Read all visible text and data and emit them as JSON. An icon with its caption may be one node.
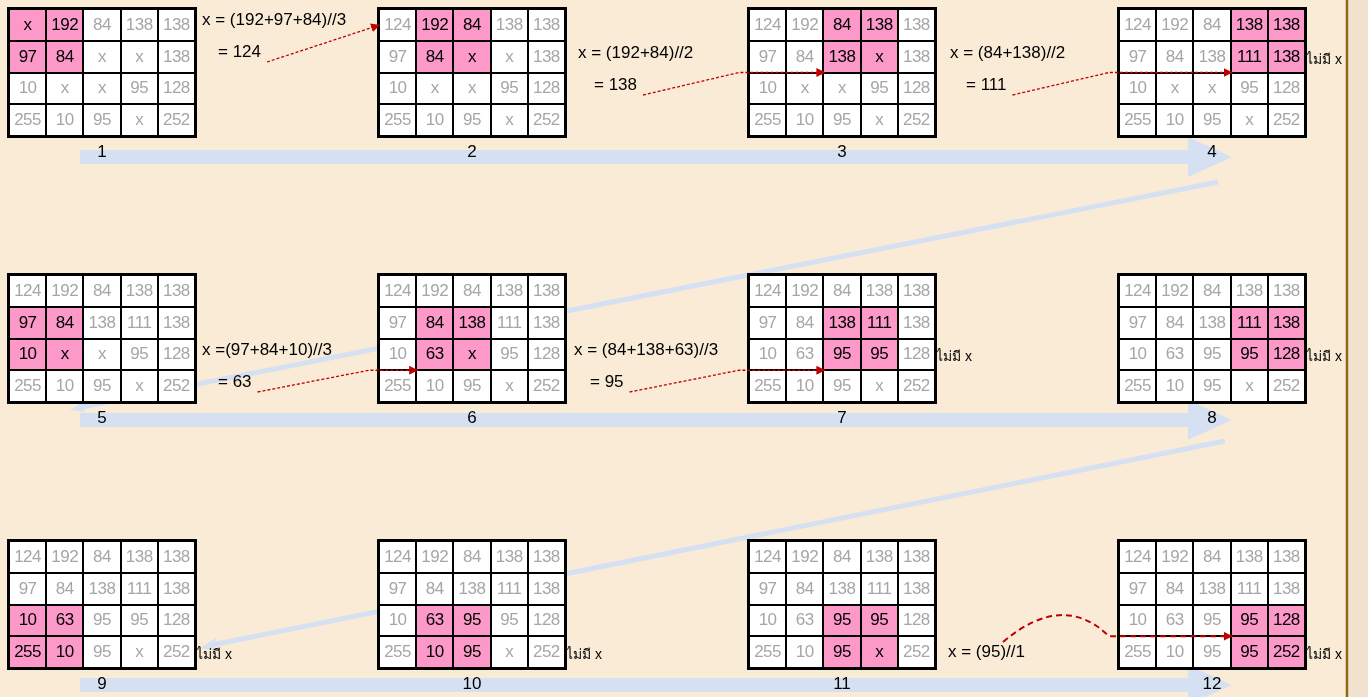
{
  "diagram": {
    "nodes": [
      {
        "text": [
          "1"
        ]
      },
      {
        "text": [
          "x"
        ],
        "in": 0
      },
      {
        "text": [
          "192"
        ],
        "in": 0
      },
      {
        "text": [
          "84"
        ],
        "in": 0
      },
      {
        "text": [
          "138"
        ],
        "in": 0
      },
      {
        "text": [
          "138"
        ],
        "in": 0
      },
      {
        "text": [
          "97"
        ],
        "in": 0
      },
      {
        "text": [
          "84"
        ],
        "in": 0
      },
      {
        "text": [
          "x"
        ],
        "in": 0
      },
      {
        "text": [
          "x"
        ],
        "in": 0
      },
      {
        "text": [
          "138"
        ],
        "in": 0
      },
      {
        "text": [
          "10"
        ],
        "in": 0
      },
      {
        "text": [
          "x"
        ],
        "in": 0
      },
      {
        "text": [
          "x"
        ],
        "in": 0
      },
      {
        "text": [
          "95"
        ],
        "in": 0
      },
      {
        "text": [
          "128"
        ],
        "in": 0
      },
      {
        "text": [
          "255"
        ],
        "in": 0
      },
      {
        "text": [
          "10"
        ],
        "in": 0
      },
      {
        "text": [
          "95"
        ],
        "in": 0
      },
      {
        "text": [
          "x"
        ],
        "in": 0
      },
      {
        "text": [
          "252"
        ],
        "in": 0
      },
      {
        "text": [
          "2"
        ]
      },
      {
        "text": [
          "124"
        ],
        "in": 21
      },
      {
        "text": [
          "192"
        ],
        "in": 21
      },
      {
        "text": [
          "84"
        ],
        "in": 21
      },
      {
        "text": [
          "138"
        ],
        "in": 21
      },
      {
        "text": [
          "138"
        ],
        "in": 21
      },
      {
        "text": [
          "97"
        ],
        "in": 21
      },
      {
        "text": [
          "84"
        ],
        "in": 21
      },
      {
        "text": [
          "x"
        ],
        "in": 21
      },
      {
        "text": [
          "x"
        ],
        "in": 21
      },
      {
        "text": [
          "138"
        ],
        "in": 21
      },
      {
        "text": [
          "10"
        ],
        "in": 21
      },
      {
        "text": [
          "x"
        ],
        "in": 21
      },
      {
        "text": [
          "x"
        ],
        "in": 21
      },
      {
        "text": [
          "95"
        ],
        "in": 21
      },
      {
        "text": [
          "128"
        ],
        "in": 21
      },
      {
        "text": [
          "255"
        ],
        "in": 21
      },
      {
        "text": [
          "10"
        ],
        "in": 21
      },
      {
        "text": [
          "95"
        ],
        "in": 21
      },
      {
        "text": [
          "x"
        ],
        "in": 21
      },
      {
        "text": [
          "252"
        ],
        "in": 21
      },
      {
        "text": [
          "3"
        ]
      },
      {
        "text": [
          "124"
        ],
        "in": 42
      },
      {
        "text": [
          "192"
        ],
        "in": 42
      },
      {
        "text": [
          "84"
        ],
        "in": 42
      },
      {
        "text": [
          "138"
        ],
        "in": 42
      },
      {
        "text": [
          "138"
        ],
        "in": 42
      },
      {
        "text": [
          "97"
        ],
        "in": 42
      },
      {
        "text": [
          "84"
        ],
        "in": 42
      },
      {
        "text": [
          "138"
        ],
        "in": 42
      },
      {
        "text": [
          "x"
        ],
        "in": 42
      },
      {
        "text": [
          "138"
        ],
        "in": 42
      },
      {
        "text": [
          "10"
        ],
        "in": 42
      },
      {
        "text": [
          "x"
        ],
        "in": 42
      },
      {
        "text": [
          "x"
        ],
        "in": 42
      },
      {
        "text": [
          "95"
        ],
        "in": 42
      },
      {
        "text": [
          "128"
        ],
        "in": 42
      },
      {
        "text": [
          "255"
        ],
        "in": 42
      },
      {
        "text": [
          "10"
        ],
        "in": 42
      },
      {
        "text": [
          "95"
        ],
        "in": 42
      },
      {
        "text": [
          "x"
        ],
        "in": 42
      },
      {
        "text": [
          "252"
        ],
        "in": 42
      },
      {
        "text": [
          "4"
        ],
        "beside": [
          "ไม่มี x"
        ]
      },
      {
        "text": [
          "124"
        ],
        "in": 63
      },
      {
        "text": [
          "192"
        ],
        "in": 63
      },
      {
        "text": [
          "84"
        ],
        "in": 63
      },
      {
        "text": [
          "138"
        ],
        "in": 63
      },
      {
        "text": [
          "138"
        ],
        "in": 63
      },
      {
        "text": [
          "97"
        ],
        "in": 63
      },
      {
        "text": [
          "84"
        ],
        "in": 63
      },
      {
        "text": [
          "138"
        ],
        "in": 63
      },
      {
        "text": [
          "111"
        ],
        "in": 63
      },
      {
        "text": [
          "138"
        ],
        "in": 63
      },
      {
        "text": [
          "10"
        ],
        "in": 63
      },
      {
        "text": [
          "x"
        ],
        "in": 63
      },
      {
        "text": [
          "x"
        ],
        "in": 63
      },
      {
        "text": [
          "95"
        ],
        "in": 63
      },
      {
        "text": [
          "128"
        ],
        "in": 63
      },
      {
        "text": [
          "255"
        ],
        "in": 63
      },
      {
        "text": [
          "10"
        ],
        "in": 63
      },
      {
        "text": [
          "95"
        ],
        "in": 63
      },
      {
        "text": [
          "x"
        ],
        "in": 63
      },
      {
        "text": [
          "252"
        ],
        "in": 63
      },
      {
        "text": [
          "5"
        ]
      },
      {
        "text": [
          "124"
        ],
        "in": 84
      },
      {
        "text": [
          "192"
        ],
        "in": 84
      },
      {
        "text": [
          "84"
        ],
        "in": 84
      },
      {
        "text": [
          "138"
        ],
        "in": 84
      },
      {
        "text": [
          "138"
        ],
        "in": 84
      },
      {
        "text": [
          "97"
        ],
        "in": 84
      },
      {
        "text": [
          "84"
        ],
        "in": 84
      },
      {
        "text": [
          "138"
        ],
        "in": 84
      },
      {
        "text": [
          "111"
        ],
        "in": 84
      },
      {
        "text": [
          "138"
        ],
        "in": 84
      },
      {
        "text": [
          "10"
        ],
        "in": 84
      },
      {
        "text": [
          "x"
        ],
        "in": 84
      },
      {
        "text": [
          "x"
        ],
        "in": 84
      },
      {
        "text": [
          "95"
        ],
        "in": 84
      },
      {
        "text": [
          "128"
        ],
        "in": 84
      },
      {
        "text": [
          "255"
        ],
        "in": 84
      },
      {
        "text": [
          "10"
        ],
        "in": 84
      },
      {
        "text": [
          "95"
        ],
        "in": 84
      },
      {
        "text": [
          "x"
        ],
        "in": 84
      },
      {
        "text": [
          "252"
        ],
        "in": 84
      },
      {
        "text": [
          "6"
        ]
      },
      {
        "text": [
          "124"
        ],
        "in": 105
      },
      {
        "text": [
          "192"
        ],
        "in": 105
      },
      {
        "text": [
          "84"
        ],
        "in": 105
      },
      {
        "text": [
          "138"
        ],
        "in": 105
      },
      {
        "text": [
          "138"
        ],
        "in": 105
      },
      {
        "text": [
          "97"
        ],
        "in": 105
      },
      {
        "text": [
          "84"
        ],
        "in": 105
      },
      {
        "text": [
          "138"
        ],
        "in": 105
      },
      {
        "text": [
          "111"
        ],
        "in": 105
      },
      {
        "text": [
          "138"
        ],
        "in": 105
      },
      {
        "text": [
          "10"
        ],
        "in": 105
      },
      {
        "text": [
          "63"
        ],
        "in": 105
      },
      {
        "text": [
          "x"
        ],
        "in": 105
      },
      {
        "text": [
          "95"
        ],
        "in": 105
      },
      {
        "text": [
          "128"
        ],
        "in": 105
      },
      {
        "text": [
          "255"
        ],
        "in": 105
      },
      {
        "text": [
          "10"
        ],
        "in": 105
      },
      {
        "text": [
          "95"
        ],
        "in": 105
      },
      {
        "text": [
          "x"
        ],
        "in": 105
      },
      {
        "text": [
          "252"
        ],
        "in": 105
      },
      {
        "text": [
          "7"
        ],
        "beside": [
          "ไม่มี x"
        ]
      },
      {
        "text": [
          "124"
        ],
        "in": 126
      },
      {
        "text": [
          "192"
        ],
        "in": 126
      },
      {
        "text": [
          "84"
        ],
        "in": 126
      },
      {
        "text": [
          "138"
        ],
        "in": 126
      },
      {
        "text": [
          "138"
        ],
        "in": 126
      },
      {
        "text": [
          "97"
        ],
        "in": 126
      },
      {
        "text": [
          "84"
        ],
        "in": 126
      },
      {
        "text": [
          "138"
        ],
        "in": 126
      },
      {
        "text": [
          "111"
        ],
        "in": 126
      },
      {
        "text": [
          "138"
        ],
        "in": 126
      },
      {
        "text": [
          "10"
        ],
        "in": 126
      },
      {
        "text": [
          "63"
        ],
        "in": 126
      },
      {
        "text": [
          "95"
        ],
        "in": 126
      },
      {
        "text": [
          "95"
        ],
        "in": 126
      },
      {
        "text": [
          "128"
        ],
        "in": 126
      },
      {
        "text": [
          "255"
        ],
        "in": 126
      },
      {
        "text": [
          "10"
        ],
        "in": 126
      },
      {
        "text": [
          "95"
        ],
        "in": 126
      },
      {
        "text": [
          "x"
        ],
        "in": 126
      },
      {
        "text": [
          "252"
        ],
        "in": 126
      },
      {
        "text": [
          "8"
        ],
        "beside": [
          "ไม่มี x"
        ]
      },
      {
        "text": [
          "124"
        ],
        "in": 147
      },
      {
        "text": [
          "192"
        ],
        "in": 147
      },
      {
        "text": [
          "84"
        ],
        "in": 147
      },
      {
        "text": [
          "138"
        ],
        "in": 147
      },
      {
        "text": [
          "138"
        ],
        "in": 147
      },
      {
        "text": [
          "97"
        ],
        "in": 147
      },
      {
        "text": [
          "84"
        ],
        "in": 147
      },
      {
        "text": [
          "138"
        ],
        "in": 147
      },
      {
        "text": [
          "111"
        ],
        "in": 147
      },
      {
        "text": [
          "138"
        ],
        "in": 147
      },
      {
        "text": [
          "10"
        ],
        "in": 147
      },
      {
        "text": [
          "63"
        ],
        "in": 147
      },
      {
        "text": [
          "95"
        ],
        "in": 147
      },
      {
        "text": [
          "95"
        ],
        "in": 147
      },
      {
        "text": [
          "128"
        ],
        "in": 147
      },
      {
        "text": [
          "255"
        ],
        "in": 147
      },
      {
        "text": [
          "10"
        ],
        "in": 147
      },
      {
        "text": [
          "95"
        ],
        "in": 147
      },
      {
        "text": [
          "x"
        ],
        "in": 147
      },
      {
        "text": [
          "252"
        ],
        "in": 147
      },
      {
        "text": [
          "9"
        ],
        "beside": [
          "ไม่มี x"
        ]
      },
      {
        "text": [
          "124"
        ],
        "in": 168
      },
      {
        "text": [
          "192"
        ],
        "in": 168
      },
      {
        "text": [
          "84"
        ],
        "in": 168
      },
      {
        "text": [
          "138"
        ],
        "in": 168
      },
      {
        "text": [
          "138"
        ],
        "in": 168
      },
      {
        "text": [
          "97"
        ],
        "in": 168
      },
      {
        "text": [
          "84"
        ],
        "in": 168
      },
      {
        "text": [
          "138"
        ],
        "in": 168
      },
      {
        "text": [
          "111"
        ],
        "in": 168
      },
      {
        "text": [
          "138"
        ],
        "in": 168
      },
      {
        "text": [
          "10"
        ],
        "in": 168
      },
      {
        "text": [
          "63"
        ],
        "in": 168
      },
      {
        "text": [
          "95"
        ],
        "in": 168
      },
      {
        "text": [
          "95"
        ],
        "in": 168
      },
      {
        "text": [
          "128"
        ],
        "in": 168
      },
      {
        "text": [
          "255"
        ],
        "in": 168
      },
      {
        "text": [
          "10"
        ],
        "in": 168
      },
      {
        "text": [
          "95"
        ],
        "in": 168
      },
      {
        "text": [
          "x"
        ],
        "in": 168
      },
      {
        "text": [
          "252"
        ],
        "in": 168
      },
      {
        "text": [
          "10"
        ],
        "beside": [
          "ไม่มี x"
        ]
      },
      {
        "text": [
          "124"
        ],
        "in": 189
      },
      {
        "text": [
          "192"
        ],
        "in": 189
      },
      {
        "text": [
          "84"
        ],
        "in": 189
      },
      {
        "text": [
          "138"
        ],
        "in": 189
      },
      {
        "text": [
          "138"
        ],
        "in": 189
      },
      {
        "text": [
          "97"
        ],
        "in": 189
      },
      {
        "text": [
          "84"
        ],
        "in": 189
      },
      {
        "text": [
          "138"
        ],
        "in": 189
      },
      {
        "text": [
          "111"
        ],
        "in": 189
      },
      {
        "text": [
          "138"
        ],
        "in": 189
      },
      {
        "text": [
          "10"
        ],
        "in": 189
      },
      {
        "text": [
          "63"
        ],
        "in": 189
      },
      {
        "text": [
          "95"
        ],
        "in": 189
      },
      {
        "text": [
          "95"
        ],
        "in": 189
      },
      {
        "text": [
          "128"
        ],
        "in": 189
      },
      {
        "text": [
          "255"
        ],
        "in": 189
      },
      {
        "text": [
          "10"
        ],
        "in": 189
      },
      {
        "text": [
          "95"
        ],
        "in": 189
      },
      {
        "text": [
          "x"
        ],
        "in": 189
      },
      {
        "text": [
          "252"
        ],
        "in": 189
      },
      {
        "text": [
          "11"
        ]
      },
      {
        "text": [
          "124"
        ],
        "in": 210
      },
      {
        "text": [
          "192"
        ],
        "in": 210
      },
      {
        "text": [
          "84"
        ],
        "in": 210
      },
      {
        "text": [
          "138"
        ],
        "in": 210
      },
      {
        "text": [
          "138"
        ],
        "in": 210
      },
      {
        "text": [
          "97"
        ],
        "in": 210
      },
      {
        "text": [
          "84"
        ],
        "in": 210
      },
      {
        "text": [
          "138"
        ],
        "in": 210
      },
      {
        "text": [
          "111"
        ],
        "in": 210
      },
      {
        "text": [
          "138"
        ],
        "in": 210
      },
      {
        "text": [
          "10"
        ],
        "in": 210
      },
      {
        "text": [
          "63"
        ],
        "in": 210
      },
      {
        "text": [
          "95"
        ],
        "in": 210
      },
      {
        "text": [
          "95"
        ],
        "in": 210
      },
      {
        "text": [
          "128"
        ],
        "in": 210
      },
      {
        "text": [
          "255"
        ],
        "in": 210
      },
      {
        "text": [
          "10"
        ],
        "in": 210
      },
      {
        "text": [
          "95"
        ],
        "in": 210
      },
      {
        "text": [
          "x"
        ],
        "in": 210
      },
      {
        "text": [
          "252"
        ],
        "in": 210
      },
      {
        "text": [
          "12"
        ],
        "beside": [
          "ไม่มี x"
        ]
      },
      {
        "text": [
          "124"
        ],
        "in": 231
      },
      {
        "text": [
          "192"
        ],
        "in": 231
      },
      {
        "text": [
          "84"
        ],
        "in": 231
      },
      {
        "text": [
          "138"
        ],
        "in": 231
      },
      {
        "text": [
          "138"
        ],
        "in": 231
      },
      {
        "text": [
          "97"
        ],
        "in": 231
      },
      {
        "text": [
          "84"
        ],
        "in": 231
      },
      {
        "text": [
          "138"
        ],
        "in": 231
      },
      {
        "text": [
          "111"
        ],
        "in": 231
      },
      {
        "text": [
          "138"
        ],
        "in": 231
      },
      {
        "text": [
          "10"
        ],
        "in": 231
      },
      {
        "text": [
          "63"
        ],
        "in": 231
      },
      {
        "text": [
          "95"
        ],
        "in": 231
      },
      {
        "text": [
          "95"
        ],
        "in": 231
      },
      {
        "text": [
          "128"
        ],
        "in": 231
      },
      {
        "text": [
          "255"
        ],
        "in": 231
      },
      {
        "text": [
          "10"
        ],
        "in": 231
      },
      {
        "text": [
          "95"
        ],
        "in": 231
      },
      {
        "text": [
          "95"
        ],
        "in": 231
      },
      {
        "text": [
          "252"
        ],
        "in": 231
      },
      {
        "text": [
          "x = (192+97+84)//3",
          "= 124"
        ]
      },
      {
        "text": [
          "x = (192+84)//2",
          "= 138"
        ]
      },
      {
        "text": [
          "x = (84+138)//2",
          "= 111"
        ]
      },
      {
        "text": [
          "x =(97+84+10)//3",
          "= 63"
        ]
      },
      {
        "text": [
          "x = (84+138+63)//3",
          "= 95"
        ]
      },
      {
        "text": [
          "x = (95)//1"
        ]
      }
    ],
    "edges": [
      {
        "from": 252,
        "to": 22,
        "arrow": "to",
        "style": "dashed",
        "color": "#c00000"
      },
      {
        "from": 253,
        "to": 50,
        "arrow": "to",
        "style": "dashed",
        "color": "#c00000"
      },
      {
        "from": 254,
        "to": 72,
        "arrow": "to",
        "style": "dashed",
        "color": "#c00000"
      },
      {
        "from": 255,
        "to": 117,
        "arrow": "to",
        "style": "dashed",
        "color": "#c00000"
      },
      {
        "from": 256,
        "to": 139,
        "arrow": "to",
        "style": "dashed",
        "color": "#c00000"
      },
      {
        "from": 257,
        "to": 250,
        "arrow": "to",
        "style": "dashed",
        "color": "#c00000"
      }
    ]
  }
}
